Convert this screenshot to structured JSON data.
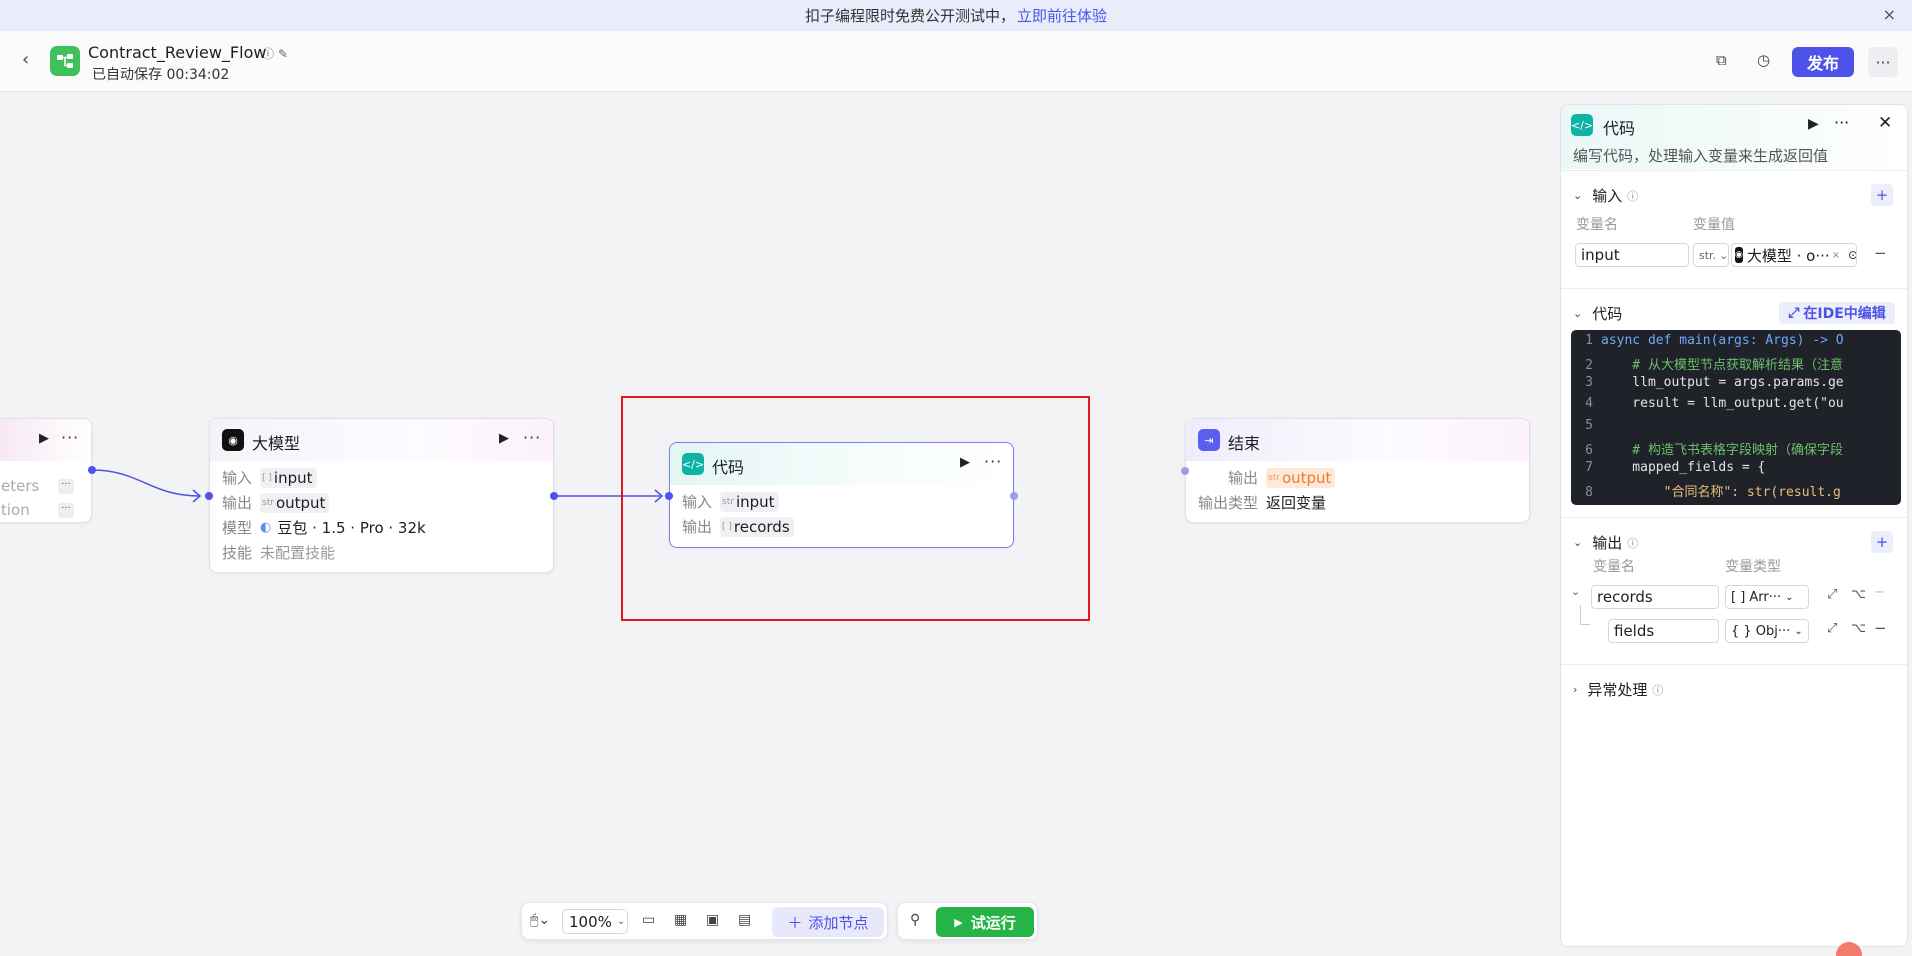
{
  "banner": {
    "text": "扣子编程限时免费公开测试中，",
    "link": "立即前往体验",
    "close": "×"
  },
  "header": {
    "title": "Contract_Review_Flow",
    "saved": "已自动保存 00:34:02",
    "publish": "发布",
    "more": "···"
  },
  "nodes": {
    "partial": {
      "row1": "eters",
      "row2": "tion"
    },
    "llm": {
      "title": "大模型",
      "input_label": "输入",
      "input_type": "[ ]",
      "input_value": "input",
      "output_label": "输出",
      "output_type": "str",
      "output_value": "output",
      "model_label": "模型",
      "model_value": "豆包 · 1.5 · Pro · 32k",
      "skill_label": "技能",
      "skill_value": "未配置技能"
    },
    "code": {
      "title": "代码",
      "input_label": "输入",
      "input_type": "str",
      "input_value": "input",
      "output_label": "输出",
      "output_type": "[ ]",
      "output_value": "records"
    },
    "end": {
      "title": "结束",
      "output_label": "输出",
      "output_type": "str",
      "output_value": "output",
      "output_type_label": "输出类型",
      "output_type_value": "返回变量"
    }
  },
  "toolbar": {
    "zoom": "100%",
    "add_node": "添加节点",
    "test_run": "试运行"
  },
  "panel": {
    "title": "代码",
    "desc": "编写代码，处理输入变量来生成返回值",
    "input_section": "输入",
    "col_name": "变量名",
    "col_value": "变量值",
    "input_var": "input",
    "input_type": "str.",
    "input_ref": "大模型 · o···",
    "code_section": "代码",
    "ide_btn": "在IDE中编辑",
    "code_lines": [
      {
        "n": "1",
        "text": "async def main(args: Args) -> O"
      },
      {
        "n": "2",
        "text": "    # 从大模型节点获取解析结果（注意"
      },
      {
        "n": "3",
        "text": "    llm_output = args.params.ge"
      },
      {
        "n": "4",
        "text": "    result = llm_output.get(\"ou"
      },
      {
        "n": "5",
        "text": ""
      },
      {
        "n": "6",
        "text": "    # 构造飞书表格字段映射（确保字段"
      },
      {
        "n": "7",
        "text": "    mapped_fields = {"
      },
      {
        "n": "8",
        "text": "        \"合同名称\": str(result.g"
      }
    ],
    "output_section": "输出",
    "col_out_name": "变量名",
    "col_out_type": "变量类型",
    "out_var1": "records",
    "out_type1": "[ ] Arr···",
    "out_var2": "fields",
    "out_type2": "{ } Obj···",
    "error_section": "异常处理"
  },
  "colors": {
    "accent": "#4d53e8",
    "code_node": "#0fb3a5",
    "end_node": "#5b5ef0",
    "app_logo": "#3ec15a",
    "run_green": "#26b446",
    "highlight": "#e11b1b"
  }
}
